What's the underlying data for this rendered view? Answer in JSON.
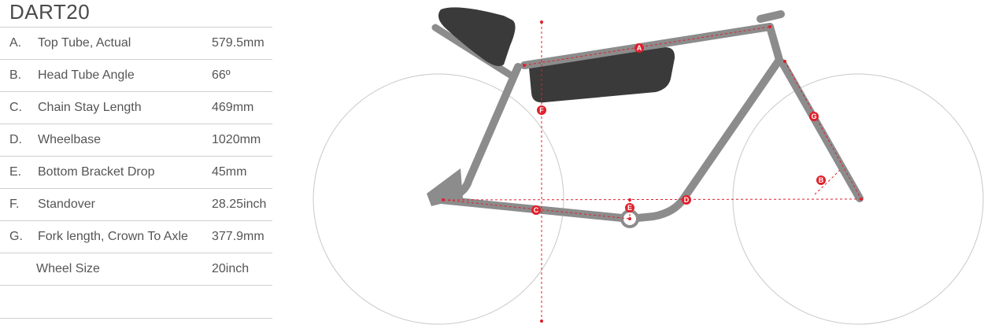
{
  "title": "DART20",
  "specs": [
    {
      "letter": "A.",
      "name": "Top Tube, Actual",
      "value": "579.5mm"
    },
    {
      "letter": "B.",
      "name": "Head Tube Angle",
      "value": "66º"
    },
    {
      "letter": "C.",
      "name": "Chain Stay Length",
      "value": "469mm"
    },
    {
      "letter": "D.",
      "name": "Wheelbase",
      "value": "1020mm"
    },
    {
      "letter": "E.",
      "name": "Bottom Bracket Drop",
      "value": "45mm"
    },
    {
      "letter": "F.",
      "name": "Standover",
      "value": "28.25inch"
    },
    {
      "letter": "G.",
      "name": "Fork length, Crown To Axle",
      "value": "377.9mm"
    },
    {
      "letter": "",
      "name": "Wheel Size",
      "value": "20inch"
    }
  ],
  "diagram": {
    "markers": [
      "A",
      "B",
      "C",
      "D",
      "E",
      "F",
      "G"
    ],
    "colors": {
      "frame": "#8c8c8c",
      "saddle": "#3a3a3a",
      "wheel": "#c8c8c8",
      "accent": "#e0202c"
    }
  }
}
